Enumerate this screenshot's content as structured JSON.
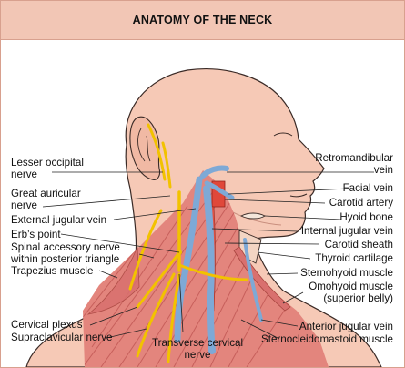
{
  "header": {
    "title": "ANATOMY OF THE NECK"
  },
  "colors": {
    "header_bg": "#f2c6b5",
    "skin": "#f6c9b6",
    "muscle": "#d9706e",
    "nerve": "#f2c200",
    "vein": "#7ea9d6",
    "artery": "#e0483a"
  },
  "labels": {
    "lesser_occipital": {
      "line1": "Lesser occipital",
      "line2": "nerve"
    },
    "great_auricular": {
      "line1": "Great auricular",
      "line2": "nerve"
    },
    "external_jugular": "External jugular vein",
    "erbs_point": "Erb’s point",
    "spinal_accessory": {
      "line1": "Spinal accessory nerve",
      "line2": "within posterior triangle"
    },
    "trapezius": "Trapezius muscle",
    "cervical_plexus": "Cervical plexus",
    "supraclavicular": "Supraclavicular nerve",
    "transverse_cervical": {
      "line1": "Transverse cervical",
      "line2": "nerve"
    },
    "retromandibular": {
      "line1": "Retromandibular",
      "line2": "vein"
    },
    "facial_vein": "Facial vein",
    "carotid_artery": "Carotid artery",
    "hyoid_bone": "Hyoid bone",
    "internal_jugular": "Internal jugular vein",
    "carotid_sheath": "Carotid sheath",
    "thyroid_cartilage": "Thyroid cartilage",
    "sternohyoid": "Sternohyoid muscle",
    "omohyoid": {
      "line1": "Omohyoid muscle",
      "line2": "(superior belly)"
    },
    "anterior_jugular": "Anterior jugular vein",
    "sternocleidomastoid": "Sternocleidomastoid muscle"
  }
}
